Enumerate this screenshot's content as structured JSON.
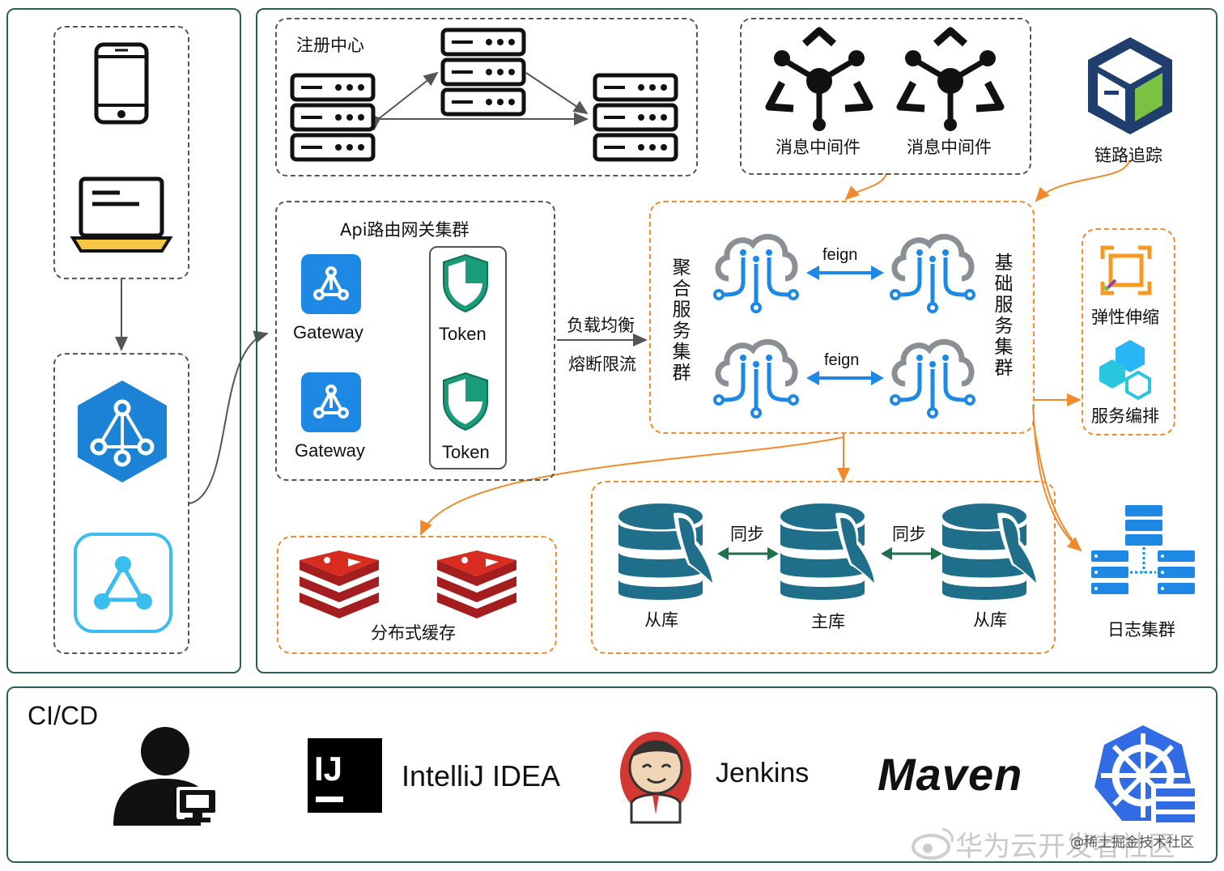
{
  "registry": {
    "title": "注册中心"
  },
  "mq": {
    "items": [
      "消息中间件",
      "消息中间件"
    ]
  },
  "tracing": {
    "label": "链路追踪"
  },
  "gateway_cluster": {
    "title": "Api路由网关集群",
    "gateways": [
      "Gateway",
      "Gateway"
    ],
    "tokens": [
      "Token",
      "Token"
    ]
  },
  "lb": {
    "line1": "负载均衡",
    "line2": "熔断限流"
  },
  "aggregate": {
    "label": "聚合服务集群",
    "chars": [
      "聚",
      "合",
      "服",
      "务",
      "集",
      "群"
    ]
  },
  "base": {
    "label": "基础服务集群",
    "chars": [
      "基",
      "础",
      "服",
      "务",
      "集",
      "群"
    ]
  },
  "feign": [
    "feign",
    "feign"
  ],
  "scaling": {
    "elastic": "弹性伸缩",
    "orchestration": "服务编排"
  },
  "cache": {
    "label": "分布式缓存"
  },
  "db": {
    "slave1": "从库",
    "master": "主库",
    "slave2": "从库",
    "sync": [
      "同步",
      "同步"
    ]
  },
  "logs": {
    "label": "日志集群"
  },
  "cicd": {
    "title": "CI/CD",
    "idea": "IntelliJ IDEA",
    "jenkins": "Jenkins",
    "maven": "Maven",
    "ij": "IJ"
  },
  "watermark": {
    "text": "华为云开发者社区",
    "handle": "@稀土掘金技术社区"
  },
  "colors": {
    "teal_border": "#2e5c5c",
    "orange": "#f08a2c",
    "blue": "#1e88e5",
    "db_teal": "#1f6f8b",
    "redis_red": "#c8292a"
  }
}
